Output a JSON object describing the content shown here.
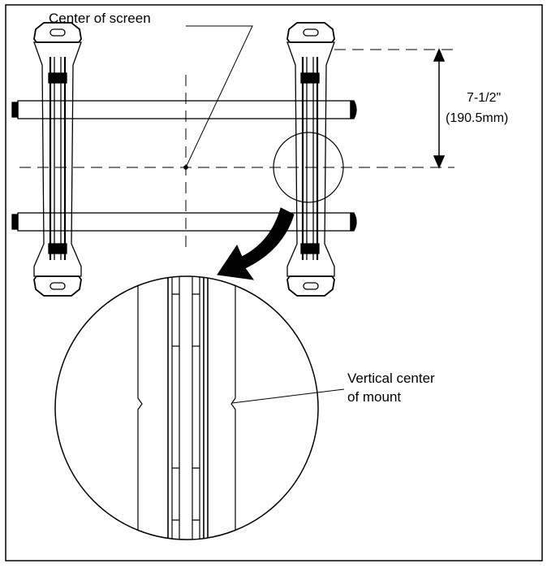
{
  "labels": {
    "center_of_screen": "Center of screen",
    "dimension_imperial": "7-1/2\"",
    "dimension_metric": "(190.5mm)",
    "vertical_center_line1": "Vertical center",
    "vertical_center_line2": "of mount"
  },
  "colors": {
    "line": "#000000",
    "background": "#ffffff",
    "arrow_fill": "#000000",
    "rail_fill": "#ffffff"
  }
}
